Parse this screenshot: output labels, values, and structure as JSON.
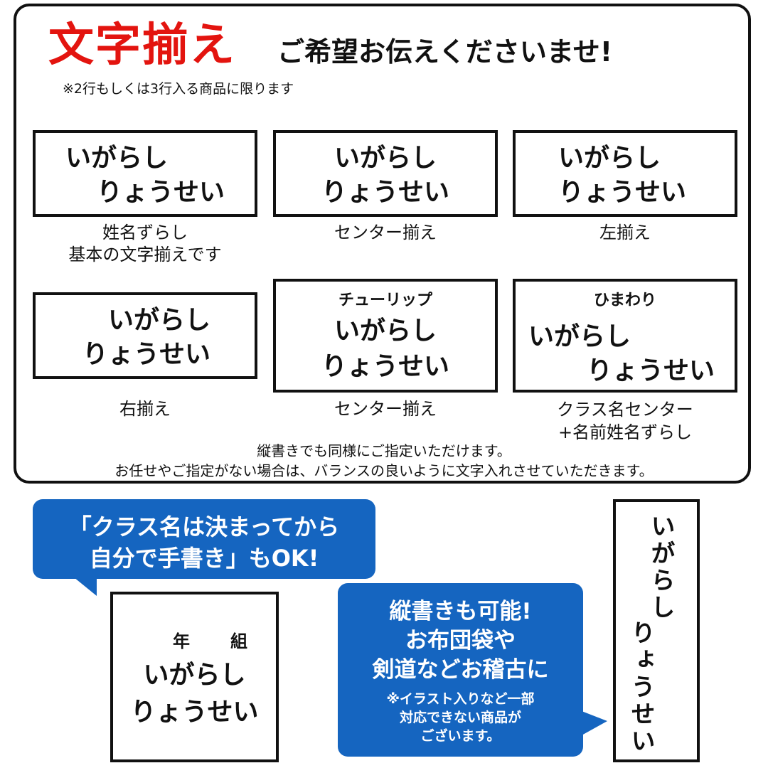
{
  "header": {
    "title_main": "文字揃え",
    "title_rest": "ご希望お伝えくださいませ!",
    "note": "※2行もしくは3行入る商品に限ります"
  },
  "samples": [
    {
      "line1": "いがらし",
      "line2": "りょうせい",
      "caption_line1": "姓名ずらし",
      "caption_line2": "基本の文字揃えです"
    },
    {
      "line1": "いがらし",
      "line2": "りょうせい",
      "caption_line1": "センター揃え"
    },
    {
      "line1": "いがらし",
      "line2": "りょうせい",
      "caption_line1": "左揃え"
    },
    {
      "line1": "いがらし",
      "line2": "りょうせい",
      "caption_line1": "右揃え"
    },
    {
      "top": "チューリップ",
      "line1": "いがらし",
      "line2": "りょうせい",
      "caption_line1": "センター揃え"
    },
    {
      "top": "ひまわり",
      "line1": "いがらし",
      "line2": "りょうせい",
      "caption_line1": "クラス名センター",
      "caption_line2": "+名前姓名ずらし"
    }
  ],
  "footer": {
    "line1": "縦書きでも同様にご指定いただけます。",
    "line2": "お任せやご指定がない場合は、バランスの良いように文字入れさせていただきます。"
  },
  "bubble_left": {
    "line1": "「クラス名は決まってから",
    "line2": "自分で手書き」もOK!"
  },
  "class_box": {
    "nen": "年",
    "kumi": "組",
    "line1": "いがらし",
    "line2": "りょうせい"
  },
  "bubble_right": {
    "line1": "縦書きも可能!",
    "line2": "お布団袋や",
    "line3": "剣道などお稽古に",
    "note1": "※イラスト入りなど一部",
    "note2": "対応できない商品が",
    "note3": "ございます。"
  },
  "vertical_label": {
    "line1": "いがらし",
    "line2": "りょうせい"
  },
  "colors": {
    "accent_red": "#e3140f",
    "bubble_blue": "#1565c0"
  }
}
